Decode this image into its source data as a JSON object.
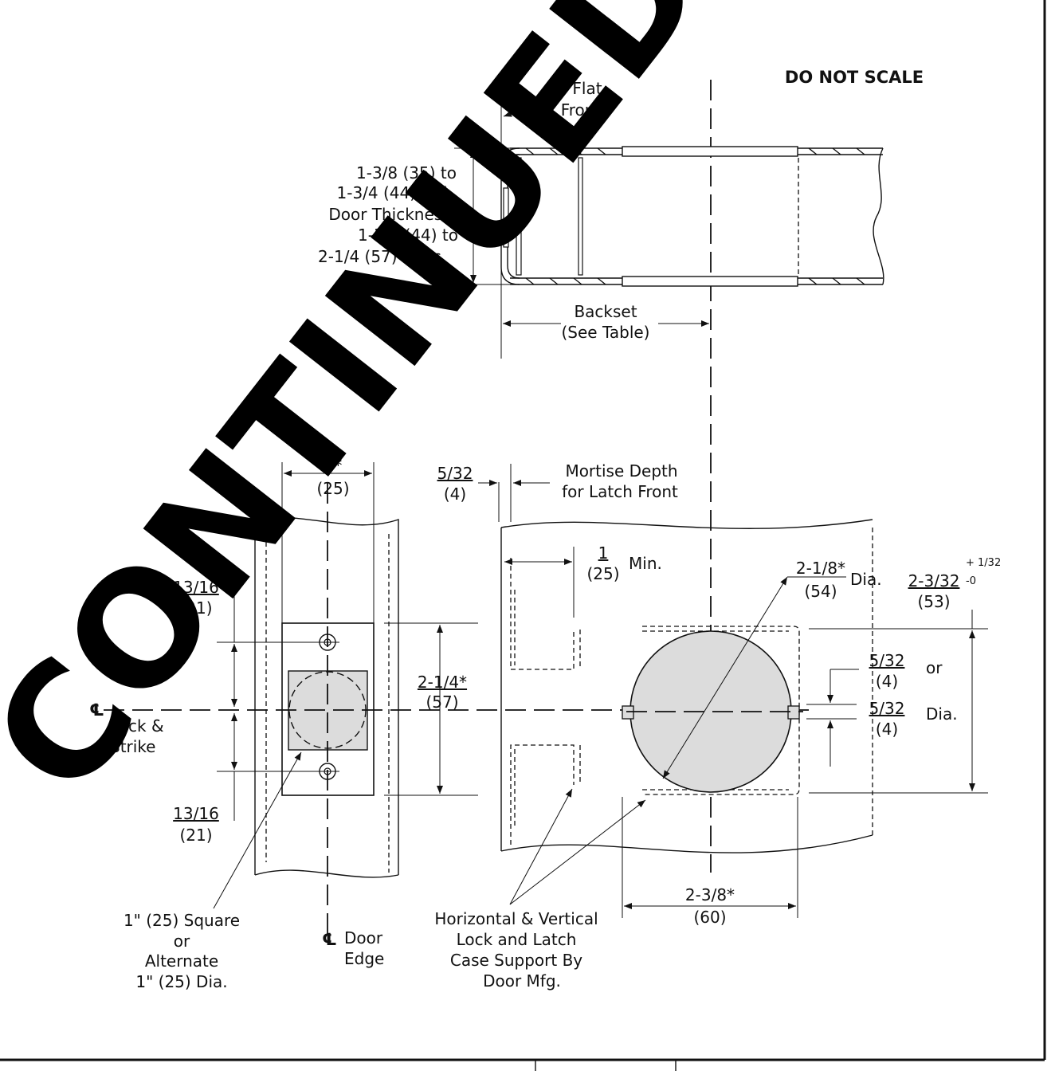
{
  "notice": "DO NOT SCALE",
  "watermark": "CONTINUED",
  "top_view": {
    "flat_front": [
      "Flat",
      "Front"
    ],
    "door_thickness": [
      "1-3/8 (35) to",
      "1-3/4 (44) Std.",
      "Door Thickness,",
      "1-3/4 (44) to",
      "2-1/4 (57) Spec."
    ],
    "backset": [
      "Backset",
      "(See Table)"
    ]
  },
  "edge_view": {
    "top_dim": [
      "1*",
      "(25)"
    ],
    "upper_dim": [
      "13/16",
      "(21)"
    ],
    "lower_dim": [
      "13/16",
      "(21)"
    ],
    "height_dim": [
      "2-1/4*",
      "(57)"
    ],
    "centerline_symbol": "℄",
    "centerline_lock": [
      "Lock &",
      "Strike"
    ],
    "square_note": [
      "1\" (25) Square",
      "or",
      "Alternate",
      "1\" (25) Dia."
    ],
    "door_edge": [
      "Door",
      "Edge"
    ]
  },
  "side_view": {
    "mortise_dim": [
      "5/32",
      "(4)"
    ],
    "mortise_label": [
      "Mortise Depth",
      "for Latch Front"
    ],
    "min_dim": [
      "1",
      "(25)"
    ],
    "min_label": "Min.",
    "hole_dim": [
      "2-1/8*",
      "(54)"
    ],
    "hole_label": "Dia.",
    "outer_dim": [
      "2-3/32",
      "(53)"
    ],
    "tolerance": [
      "+ 1/32",
      "-0"
    ],
    "small_dim_a": [
      "5/32",
      "(4)"
    ],
    "small_or": "or",
    "small_dim_b": [
      "5/32",
      "(4)"
    ],
    "small_dia": "Dia.",
    "bottom_dim": [
      "2-3/8*",
      "(60)"
    ],
    "support_note": [
      "Horizontal & Vertical",
      "Lock and Latch",
      "Case Support By",
      "Door Mfg."
    ]
  }
}
